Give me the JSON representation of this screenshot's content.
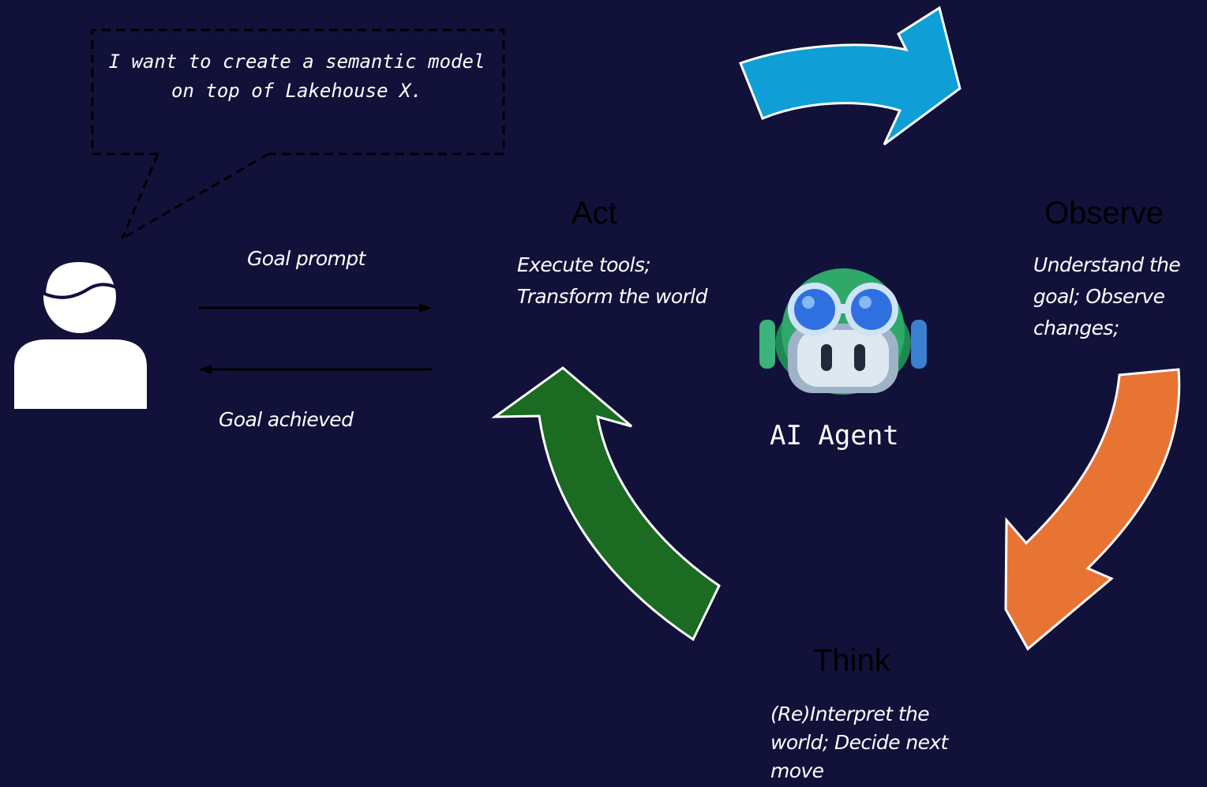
{
  "speech_bubble": {
    "text": "I want to create a semantic model on top of Lakehouse X."
  },
  "arrows": {
    "goal_prompt": "Goal prompt",
    "goal_achieved": "Goal achieved"
  },
  "agent": {
    "label": "AI Agent",
    "icon": "copilot-robot-icon"
  },
  "stages": {
    "act": {
      "title": "Act",
      "description": "Execute tools; Transform the world"
    },
    "observe": {
      "title": "Observe",
      "description": "Understand the goal; Observe changes;"
    },
    "think": {
      "title": "Think",
      "description": "(Re)Interpret the world; Decide next move"
    }
  },
  "colors": {
    "background": "#12113a",
    "act_arrow": "#0f9fd6",
    "observe_arrow": "#e87434",
    "think_arrow": "#1b6b22"
  }
}
